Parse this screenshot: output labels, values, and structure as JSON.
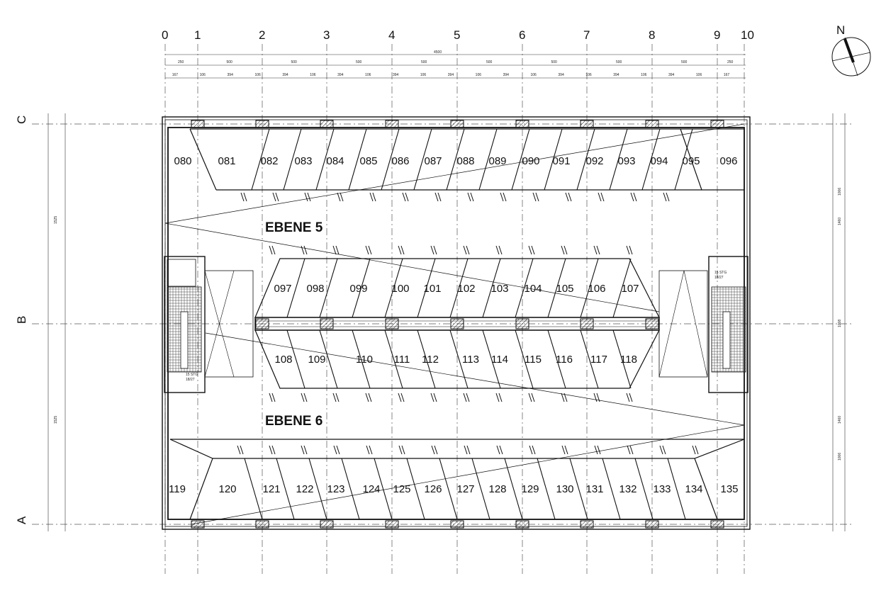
{
  "grid_columns": [
    "0",
    "1",
    "2",
    "3",
    "4",
    "5",
    "6",
    "7",
    "8",
    "9",
    "10"
  ],
  "grid_rows": [
    "C",
    "B",
    "A"
  ],
  "dimensions_top_total": "4500",
  "dimensions_top_row1": [
    "250",
    "500",
    "500",
    "500",
    "500",
    "500",
    "500",
    "500",
    "500",
    "250"
  ],
  "dimensions_top_row2": [
    "167",
    "106",
    "394",
    "106",
    "394",
    "106",
    "394",
    "106",
    "394",
    "106",
    "394",
    "106",
    "394",
    "106",
    "394",
    "106",
    "394",
    "106",
    "394",
    "106",
    "167"
  ],
  "dimensions_left": [
    "1525",
    "1525"
  ],
  "dimensions_right": [
    "1006",
    "1460",
    "1008",
    "1460",
    "1006"
  ],
  "north_label": "N",
  "levels": {
    "upper": "EBENE 5",
    "lower": "EBENE 6"
  },
  "stair_label": [
    "15 STG",
    "18/27"
  ],
  "bays_top": [
    "080",
    "081",
    "082",
    "083",
    "084",
    "085",
    "086",
    "087",
    "088",
    "089",
    "090",
    "091",
    "092",
    "093",
    "094",
    "095",
    "096"
  ],
  "bays_mid_upper": [
    "097",
    "098",
    "099",
    "100",
    "101",
    "102",
    "103",
    "104",
    "105",
    "106",
    "107"
  ],
  "bays_mid_lower": [
    "108",
    "109",
    "110",
    "111",
    "112",
    "113",
    "114",
    "115",
    "116",
    "117",
    "118"
  ],
  "bays_bottom": [
    "119",
    "120",
    "121",
    "122",
    "123",
    "124",
    "125",
    "126",
    "127",
    "128",
    "129",
    "130",
    "131",
    "132",
    "133",
    "134",
    "135"
  ],
  "colors": {
    "ink": "#111111",
    "hatch": "#333333",
    "paper": "#ffffff"
  }
}
